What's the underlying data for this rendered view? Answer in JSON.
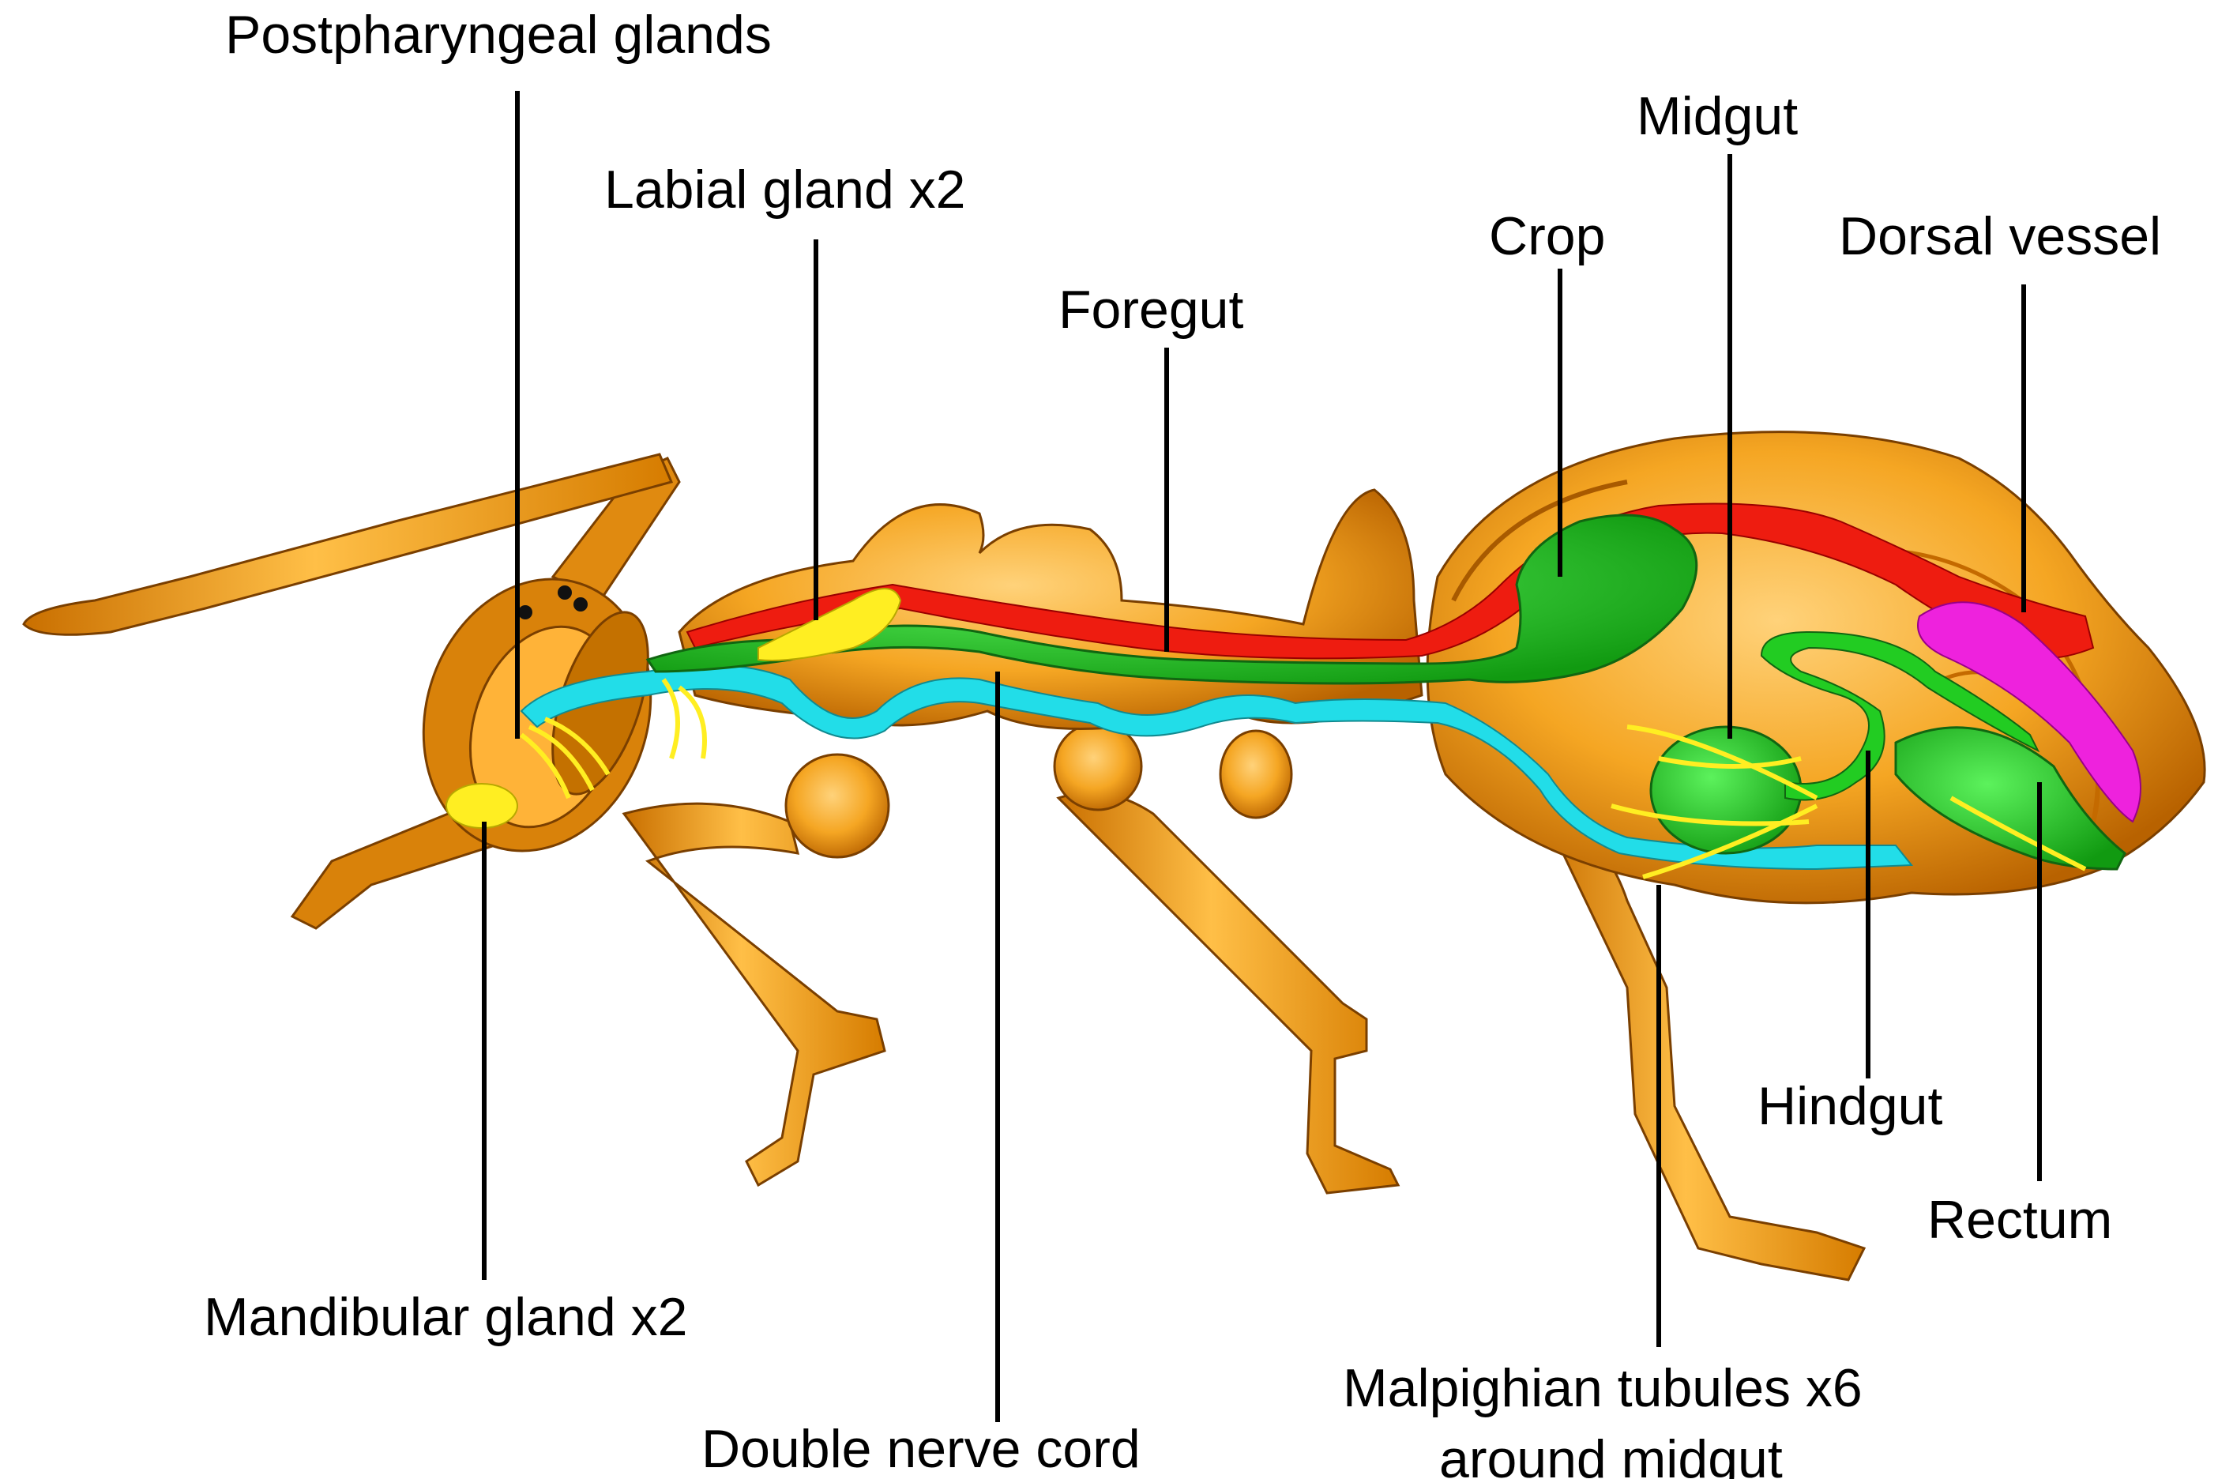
{
  "labels": {
    "postpharyngeal": "Postpharyngeal glands",
    "labial": "Labial gland x2",
    "foregut": "Foregut",
    "crop": "Crop",
    "midgut": "Midgut",
    "dorsal_vessel": "Dorsal vessel",
    "mandibular": "Mandibular gland x2",
    "nerve_cord": "Double nerve cord",
    "malpighian_line1": "Malpighian tubules x6",
    "malpighian_line2": "around midgut",
    "hindgut": "Hindgut",
    "rectum": "Rectum"
  },
  "colors": {
    "body": "#f5a623",
    "body_dark": "#c96f00",
    "body_light": "#ffc04d",
    "dorsal_vessel": "#ee1c10",
    "gut": "#22cc22",
    "gut_dark": "#14801a",
    "nerve_cord": "#22dde8",
    "gland": "#ffee22",
    "rectal_pad": "#ee22dd",
    "leader": "#000000"
  }
}
